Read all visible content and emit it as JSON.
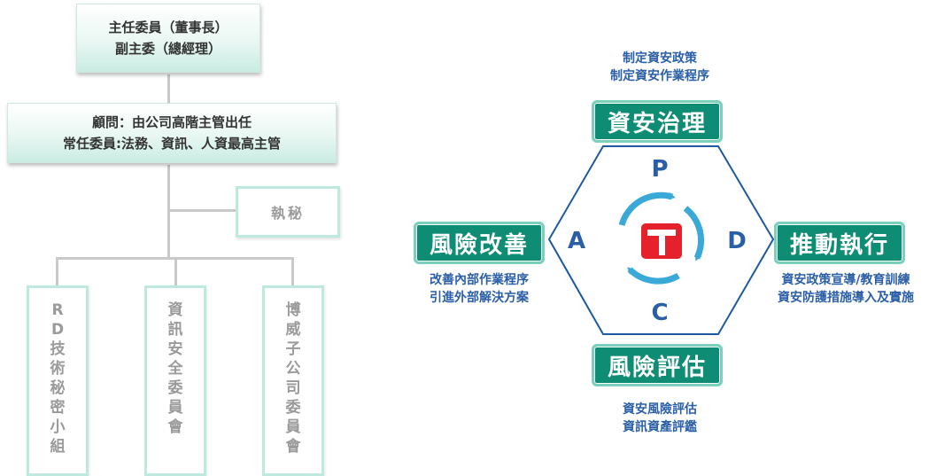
{
  "org_chart": {
    "chair_line1": "主任委員（董事長）",
    "chair_line2": "副主委（總經理）",
    "advisor_line1": "顧問：由公司高階主管出任",
    "advisor_line2": "常任委員:法務、資訊、人資最高主管",
    "secretary": "執秘",
    "committees": [
      "RD技術秘密小組",
      "資訊安全委員會",
      "博威子公司委員會"
    ]
  },
  "pdca": {
    "plan": {
      "label": "資安治理",
      "letter": "P",
      "desc_line1": "制定資安政策",
      "desc_line2": "制定資安作業程序"
    },
    "do": {
      "label": "推動執行",
      "letter": "D",
      "desc_line1": "資安政策宣導/教育訓練",
      "desc_line2": "資安防護措施導入及實施"
    },
    "check": {
      "label": "風險評估",
      "letter": "C",
      "desc_line1": "資安風險評估",
      "desc_line2": "資訊資產評鑑"
    },
    "act": {
      "label": "風險改善",
      "letter": "A",
      "desc_line1": "改善內部作業程序",
      "desc_line2": "引進外部解決方案"
    }
  },
  "colors": {
    "badge": "#0e8d74",
    "badge_border": "#7bd0bd",
    "text_blue": "#2a5fa8",
    "hexagon": "#1e5aa0",
    "arrows": "#3aa9d8",
    "logo_red": "#e5212b"
  },
  "icons": {
    "center_logo": "company-logo-icon",
    "cycle": "cycle-arrows-icon"
  }
}
